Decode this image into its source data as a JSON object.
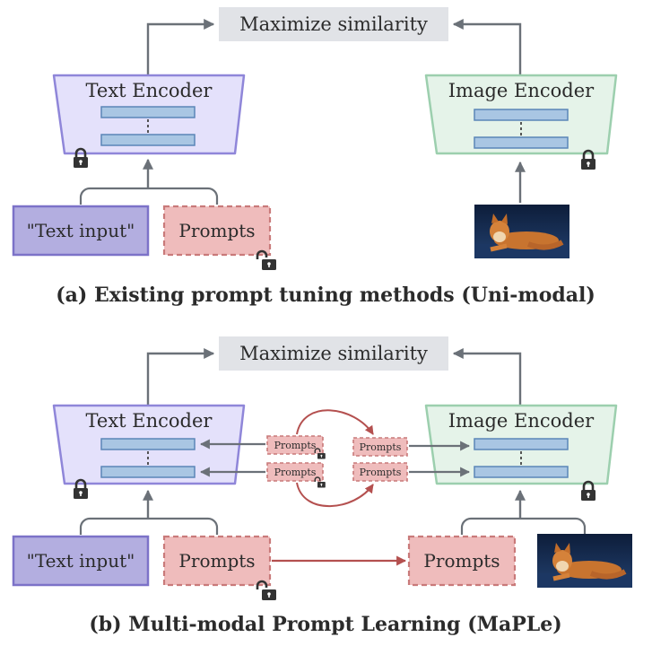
{
  "panel_a": {
    "maximize_label": "Maximize similarity",
    "text_encoder_label": "Text Encoder",
    "image_encoder_label": "Image Encoder",
    "text_input_label": "\"Text input\"",
    "prompts_label": "Prompts",
    "caption": "(a) Existing prompt tuning methods (Uni-modal)"
  },
  "panel_b": {
    "maximize_label": "Maximize similarity",
    "text_encoder_label": "Text Encoder",
    "image_encoder_label": "Image Encoder",
    "text_input_label": "\"Text input\"",
    "prompts_label": "Prompts",
    "image_prompts_label": "Prompts",
    "small_prompts_labels": [
      "Prompts",
      "Prompts",
      "Prompts",
      "Prompts"
    ],
    "caption": "(b) Multi-modal Prompt Learning (MaPLe)"
  },
  "colors": {
    "text_encoder_fill": "#e4e1fb",
    "text_encoder_stroke": "#8f86d9",
    "image_encoder_fill": "#e5f3e9",
    "image_encoder_stroke": "#9ccfae",
    "layer_fill": "#a9c6e3",
    "layer_stroke": "#5b86b8",
    "text_input_fill": "#b3aee0",
    "text_input_stroke": "#7c72c8",
    "prompts_fill": "#efbcbc",
    "prompts_stroke": "#c97a7a",
    "maximize_fill": "#e1e3e7",
    "arrow_gray": "#6b7178",
    "arrow_red": "#b4504f"
  }
}
